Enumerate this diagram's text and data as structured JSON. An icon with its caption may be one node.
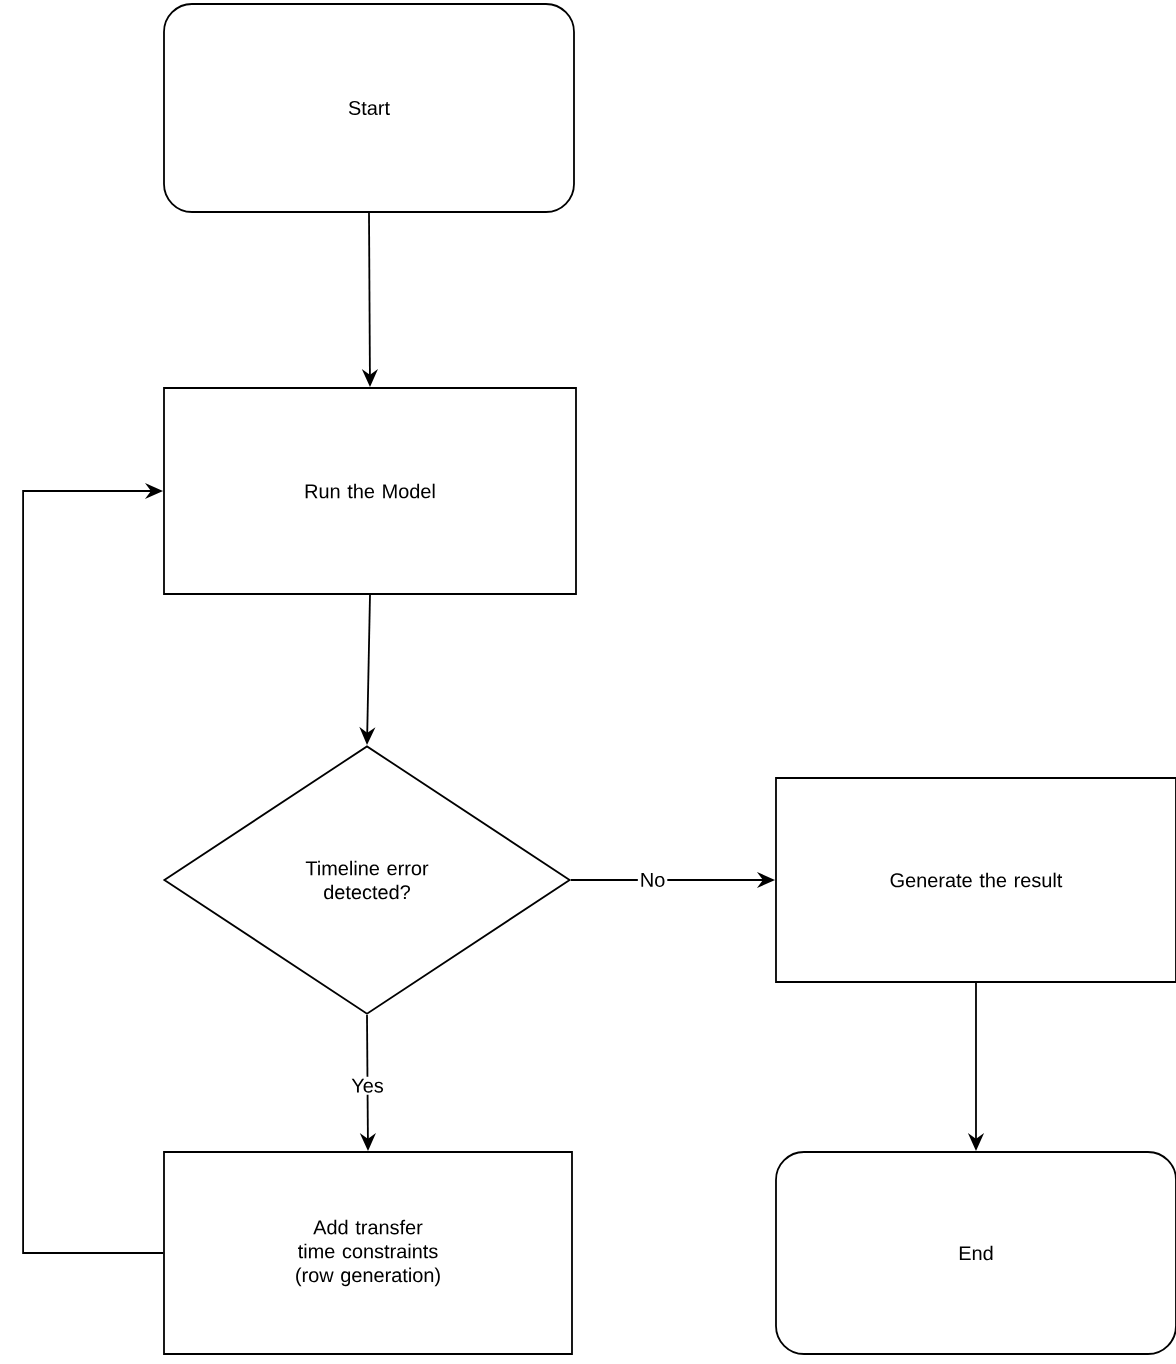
{
  "diagram": {
    "nodes": [
      {
        "text": [
          "Start"
        ]
      },
      {
        "text": [
          "Run the Model"
        ]
      },
      {
        "text": [
          "Timeline error detected?"
        ]
      },
      {
        "text": [
          "Generate the result"
        ]
      },
      {
        "text": [
          "Add transfer time constraints (row generation)"
        ]
      },
      {
        "text": [
          "End"
        ]
      }
    ],
    "edges": [
      {
        "from": 0,
        "to": 1,
        "arrow": "to"
      },
      {
        "from": 1,
        "to": 2,
        "arrow": "to"
      },
      {
        "from": 2,
        "to": 3,
        "arrow": "to",
        "label": "No"
      },
      {
        "from": 2,
        "to": 4,
        "arrow": "to",
        "label": "Yes"
      },
      {
        "from": 3,
        "to": 5,
        "arrow": "to"
      },
      {
        "from": 4,
        "to": 1,
        "arrow": "to"
      }
    ]
  }
}
